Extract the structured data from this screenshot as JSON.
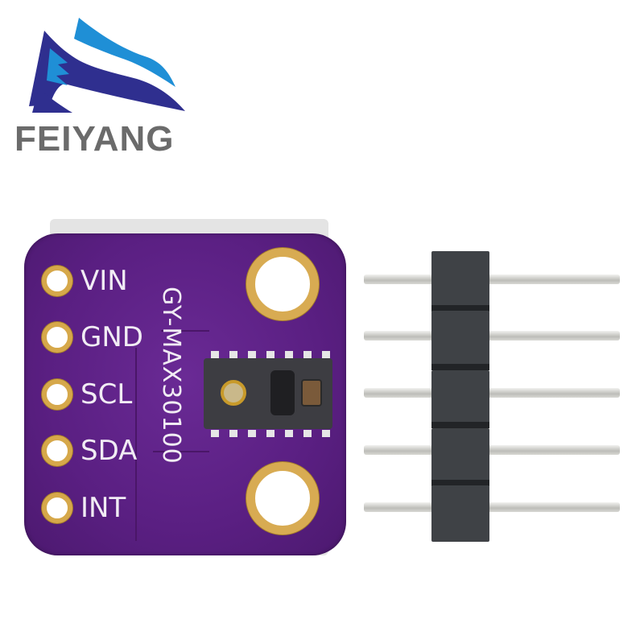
{
  "logo": {
    "brand_text": "FEIYANG",
    "colors": {
      "dark_blue": "#2f2f8f",
      "light_blue": "#1f8fd6",
      "text_gray": "#6b6b6b"
    }
  },
  "board": {
    "model_label": "GY-MAX30100",
    "pins": [
      {
        "label": "VIN"
      },
      {
        "label": "GND"
      },
      {
        "label": "SCL"
      },
      {
        "label": "SDA"
      },
      {
        "label": "INT"
      }
    ],
    "colors": {
      "pcb": "#5a1f82",
      "pad_gold": "#d6a84a",
      "silkscreen": "#f1ecf4"
    }
  },
  "pin_header": {
    "pin_count": 5,
    "colors": {
      "plastic": "#3f4246",
      "pin_metal": "#cfcfca"
    }
  }
}
